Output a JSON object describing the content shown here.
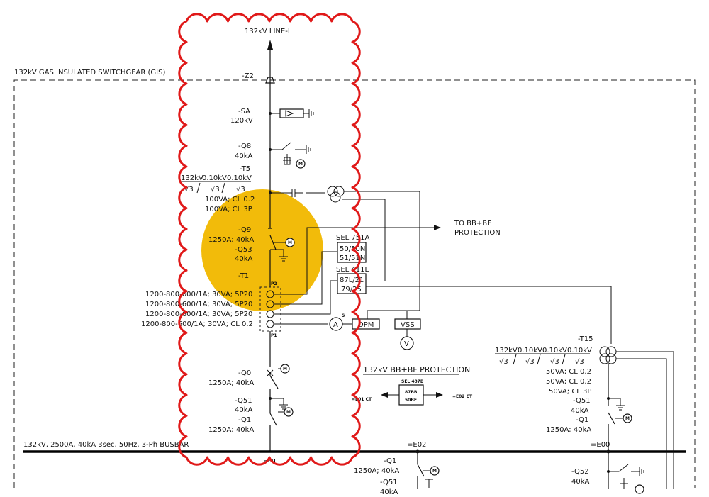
{
  "colors": {
    "cloud": "#e01919",
    "highlight": "#f2bb0a",
    "ink": "#111111"
  },
  "header": {
    "line": "132kV LINE-I",
    "gis": "132kV GAS INSULATED SWITCHGEAR (GIS)",
    "busbar": "132kV, 2500A, 40kA 3sec, 50Hz, 3-Ph BUSBAR"
  },
  "bay1": {
    "z2": "-Z2",
    "sa": "-SA",
    "sa_rating": "120kV",
    "q8": "-Q8",
    "q8_rating": "40kA",
    "t5": "-T5",
    "t5_ratio": [
      "132kV",
      "0.10kV",
      "0.10kV"
    ],
    "t5_sqrt": [
      "√3",
      "√3",
      "√3"
    ],
    "t5_burden1": "100VA; CL 0.2",
    "t5_burden2": "100VA; CL 3P",
    "q9": "-Q9",
    "q9_rating": "1250A; 40kA",
    "q53": "-Q53",
    "q53_rating": "40kA",
    "t1": "-T1",
    "t1_cores": [
      "1200-800-600/1A; 30VA; 5P20",
      "1200-800-600/1A; 30VA; 5P20",
      "1200-800-600/1A; 30VA; 5P20",
      "1200-800-600/1A; 30VA; CL 0.2"
    ],
    "p2": "P2",
    "p1": "P1",
    "q0": "-Q0",
    "q0_rating": "1250A; 40kA",
    "q51": "-Q51",
    "q51_rating": "40kA",
    "q1": "-Q1",
    "q1_rating": "1250A; 40kA",
    "e01": "=E01"
  },
  "relays": {
    "sel751_title": "SEL 751A",
    "sel751_l1": "50/50N",
    "sel751_l2": "51/51N",
    "sel411_title": "SEL 411L",
    "sel411_l1": "87L/21",
    "sel411_l2": "79/25",
    "to_bbbf_1": "TO BB+BF",
    "to_bbbf_2": "PROTECTION",
    "ammeter": "A",
    "voltmeter": "V",
    "dpm": "DPM",
    "vss": "VSS",
    "ct_mark": "S"
  },
  "bbbf": {
    "title": "132kV BB+BF PROTECTION",
    "relay": "SEL 487B",
    "l1": "87BB",
    "l2": "50BF",
    "left": "=E01 CT",
    "right": "=E02 CT"
  },
  "bay2": {
    "e02": "=E02",
    "q1": "-Q1",
    "q1_rating": "1250A; 40kA",
    "q51": "-Q51",
    "q51_rating": "40kA"
  },
  "bay3": {
    "t15": "-T15",
    "t15_ratio": [
      "132kV",
      "0.10kV",
      "0.10kV",
      "0.10kV"
    ],
    "t15_sqrt": [
      "√3",
      "√3",
      "√3",
      "√3"
    ],
    "t15_burden1": "50VA; CL 0.2",
    "t15_burden2": "50VA; CL 0.2",
    "t15_burden3": "50VA; CL 3P",
    "q51": "-Q51",
    "q51_rating": "40kA",
    "q1": "-Q1",
    "q1_rating": "1250A; 40kA",
    "e00": "=E00",
    "q52": "-Q52",
    "q52_rating": "40kA"
  }
}
